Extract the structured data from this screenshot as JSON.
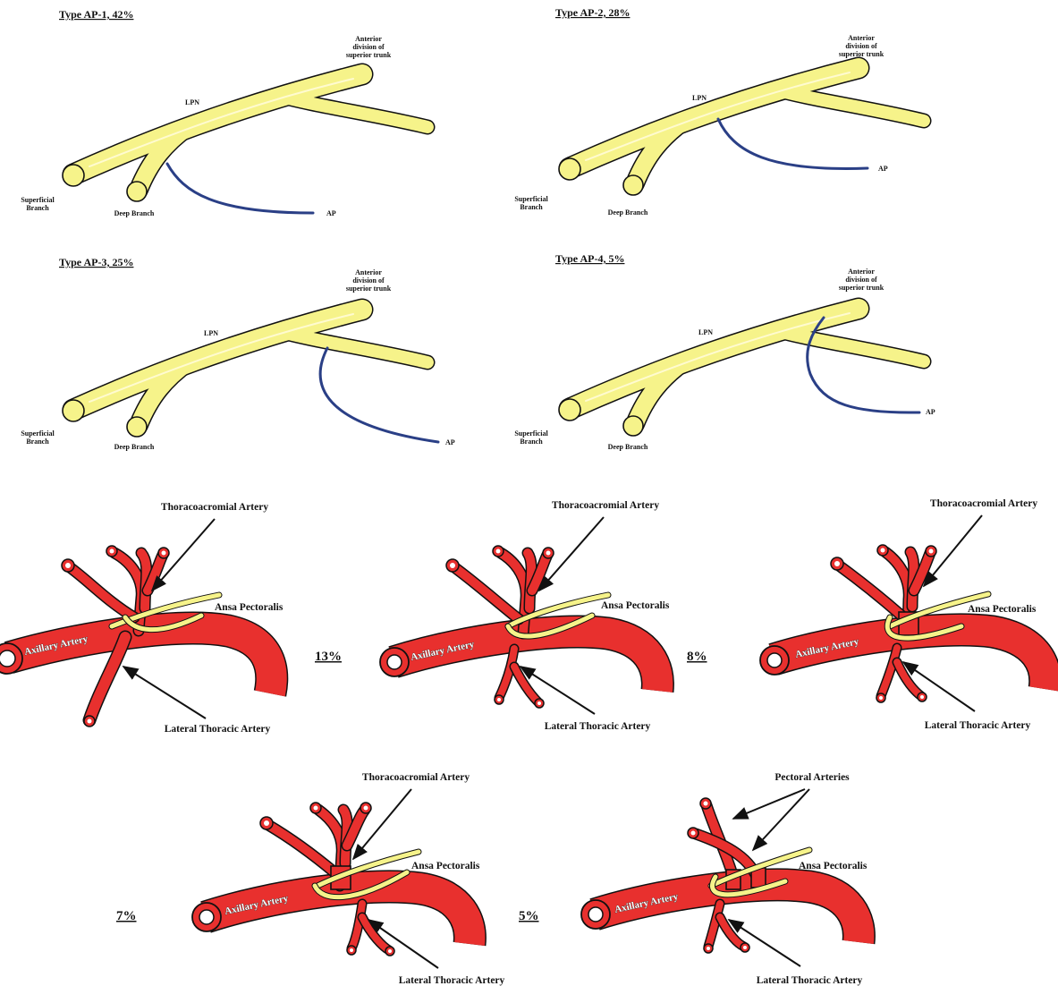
{
  "colors": {
    "nerve_fill": "#f6f38a",
    "ap_nerve": "#2a3f86",
    "artery": "#e8302e",
    "outline": "#111111",
    "background": "#ffffff"
  },
  "nerve_panels": [
    {
      "title": "Type AP-1, 42%",
      "labels": {
        "anterior": [
          "Anterior",
          "division of",
          "superior trunk"
        ],
        "lpn": "LPN",
        "superficial": [
          "Superficial",
          "Branch"
        ],
        "deep": "Deep Branch",
        "ap": "AP"
      }
    },
    {
      "title": "Type AP-2, 28%",
      "labels": {
        "anterior": [
          "Anterior",
          "division of",
          "superior trunk"
        ],
        "lpn": "LPN",
        "superficial": [
          "Superficial",
          "Branch"
        ],
        "deep": "Deep Branch",
        "ap": "AP"
      }
    },
    {
      "title": "Type AP-3, 25%",
      "labels": {
        "anterior": [
          "Anterior",
          "division of",
          "superior trunk"
        ],
        "lpn": "LPN",
        "superficial": [
          "Superficial",
          "Branch"
        ],
        "deep": "Deep Branch",
        "ap": "AP"
      }
    },
    {
      "title": "Type AP-4, 5%",
      "labels": {
        "anterior": [
          "Anterior",
          "division of",
          "superior trunk"
        ],
        "lpn": "LPN",
        "superficial": [
          "Superficial",
          "Branch"
        ],
        "deep": "Deep Branch",
        "ap": "AP"
      }
    }
  ],
  "artery_panels": [
    {
      "percent": "13%",
      "top_label": "Thoracoacromial Artery",
      "ansa": "Ansa Pectoralis",
      "axillary": "Axillary Artery",
      "bottom_label": "Lateral Thoracic Artery"
    },
    {
      "percent": "8%",
      "top_label": "Thoracoacromial Artery",
      "ansa": "Ansa Pectoralis",
      "axillary": "Axillary Artery",
      "bottom_label": "Lateral Thoracic Artery"
    },
    {
      "percent": "",
      "top_label": "Thoracoacromial Artery",
      "ansa": "Ansa Pectoralis",
      "axillary": "Axillary Artery",
      "bottom_label": "Lateral Thoracic Artery"
    },
    {
      "percent": "7%",
      "top_label": "Thoracoacromial Artery",
      "ansa": "Ansa Pectoralis",
      "axillary": "Axillary Artery",
      "bottom_label": "Lateral Thoracic Artery"
    },
    {
      "percent": "5%",
      "top_label": "Pectoral Arteries",
      "ansa": "Ansa Pectoralis",
      "axillary": "Axillary Artery",
      "bottom_label": "Lateral Thoracic Artery"
    }
  ]
}
